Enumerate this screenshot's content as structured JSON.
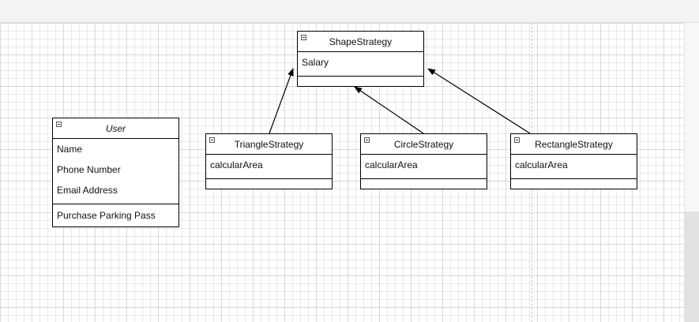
{
  "diagram": {
    "classes": {
      "shape_strategy": {
        "name": "ShapeStrategy",
        "attributes": [
          "Salary"
        ]
      },
      "user": {
        "name": "User",
        "attributes": [
          "Name",
          "Phone Number",
          "Email Address"
        ],
        "methods": [
          "Purchase Parking Pass"
        ]
      },
      "triangle_strategy": {
        "name": "TriangleStrategy",
        "attributes": [
          "calcularArea"
        ]
      },
      "circle_strategy": {
        "name": "CircleStrategy",
        "attributes": [
          "calcularArea"
        ]
      },
      "rectangle_strategy": {
        "name": "RectangleStrategy",
        "attributes": [
          "calcularArea"
        ]
      }
    },
    "relations": [
      {
        "type": "inheritance",
        "from": "TriangleStrategy",
        "to": "ShapeStrategy"
      },
      {
        "type": "inheritance",
        "from": "CircleStrategy",
        "to": "ShapeStrategy"
      },
      {
        "type": "inheritance",
        "from": "RectangleStrategy",
        "to": "ShapeStrategy"
      }
    ]
  }
}
